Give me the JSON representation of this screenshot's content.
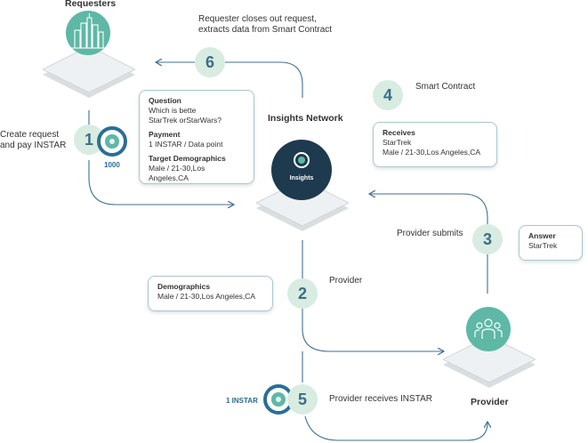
{
  "nodes": {
    "requesters": {
      "label": "Requesters"
    },
    "network": {
      "label": "Insights Network",
      "logo_text": "Insights"
    },
    "provider": {
      "label": "Provider"
    }
  },
  "steps": [
    {
      "number": "1",
      "label_line1": "Create request",
      "label_line2": "and pay INSTAR",
      "coin_label": "1000"
    },
    {
      "number": "2",
      "label": "Provider"
    },
    {
      "number": "3",
      "label": "Provider submits"
    },
    {
      "number": "4",
      "label": "Smart Contract"
    },
    {
      "number": "5",
      "label": "Provider receives INSTAR",
      "coin_label": "1 INSTAR"
    },
    {
      "number": "6",
      "label_line1": "Requester closes out request,",
      "label_line2": "extracts data from Smart Contract"
    }
  ],
  "cards": {
    "request": {
      "question_title": "Question",
      "question_line1": "Which is bette",
      "question_line2": "StarTrek orStarWars?",
      "payment_title": "Payment",
      "payment_value": "1 INSTAR / Data point",
      "demographics_title": "Target Demographics",
      "demographics_value": "Male / 21-30,Los Angeles,CA"
    },
    "receives": {
      "title": "Receives",
      "line1": "StarTrek",
      "line2": "Male / 21-30,Los Angeles,CA"
    },
    "answer": {
      "title": "Answer",
      "value": "StarTrek"
    },
    "demographics": {
      "title": "Demographics",
      "value": "Male / 21-30,Los Angeles,CA"
    }
  },
  "icons": {
    "requesters": "city-buildings-icon",
    "network": "insights-logo-icon",
    "provider": "people-group-icon",
    "coin": "instar-coin-icon"
  },
  "colors": {
    "step_bg": "#d8ece1",
    "step_text": "#3c6e88",
    "line": "#3f7090",
    "teal": "#5eb8a5",
    "navy": "#1e3a4f",
    "coin_ring": "#2a6f94",
    "card_border": "#a9c7d6"
  }
}
